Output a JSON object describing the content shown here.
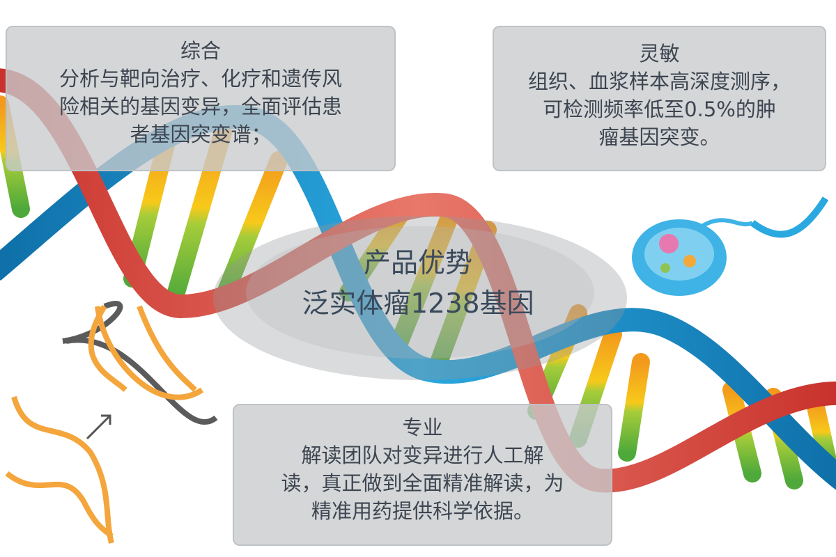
{
  "center": {
    "title": "产品优势",
    "subtitle": "泛实体瘤1238基因"
  },
  "cards": [
    {
      "heading": "综合",
      "lines": [
        "分析与靶向治疗、化疗和遗传风",
        "险相关的基因变异，全面评估患",
        "者基因突变谱；"
      ]
    },
    {
      "heading": "灵敏",
      "lines": [
        "组织、血浆样本高深度测序，",
        "可检测频率低至0.5%的肿",
        "瘤基因突变。"
      ]
    },
    {
      "heading": "专业",
      "lines": [
        "解读团队对变异进行人工解",
        "读，真正做到全面精准解读，为",
        "精准用药提供科学依据。"
      ]
    }
  ],
  "colors": {
    "red_strand": "#d9453a",
    "blue_strand": "#1b8fcb",
    "rung_green": "#6db33f",
    "rung_yellow": "#f5b317",
    "orange_helix": "#f4a53c",
    "gray_helix": "#5b5b5b",
    "text": "#3d4550"
  }
}
